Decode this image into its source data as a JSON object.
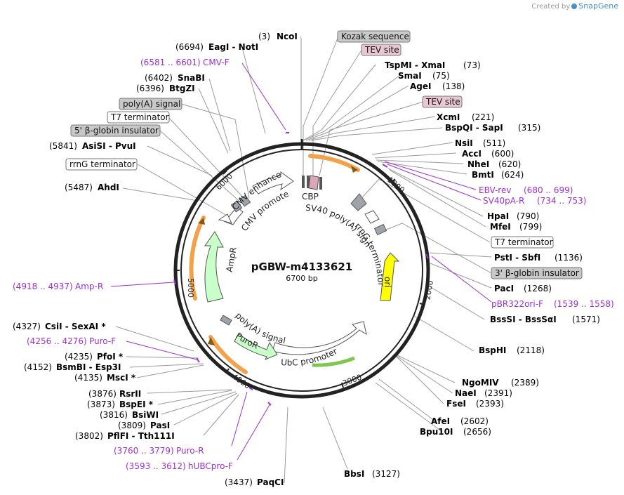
{
  "credit": {
    "text": "Created by",
    "brand": "SnapGene"
  },
  "plasmid": {
    "name": "pGBW-m4133621",
    "size_label": "6700 bp",
    "length": 6700
  },
  "colors": {
    "primer": "#9b30d1",
    "enzyme": "#000000",
    "feature_line": "#9a9a9a",
    "backbone": "#222222",
    "amp": "#c9ffc9",
    "ori": "#ffff00",
    "orange": "#f2a24a",
    "terminator": "#a0a4aa"
  },
  "ticks": [
    "1000",
    "2000",
    "3000",
    "4000",
    "5000",
    "6000"
  ],
  "enzymes_right": [
    {
      "pos": "(73)",
      "name": "TspMI  -  XmaI",
      "pos_first": false
    },
    {
      "pos": "(75)",
      "name": "SmaI",
      "pos_first": false
    },
    {
      "pos": "(138)",
      "name": "AgeI",
      "pos_first": false
    },
    {
      "pos": "(221)",
      "name": "XcmI",
      "pos_first": false
    },
    {
      "pos": "(315)",
      "name": "BspQI  -  SapI",
      "pos_first": false
    },
    {
      "pos": "(511)",
      "name": "NsiI",
      "pos_first": false
    },
    {
      "pos": "(600)",
      "name": "AccI",
      "pos_first": false
    },
    {
      "pos": "(620)",
      "name": "NheI",
      "pos_first": false
    },
    {
      "pos": "(624)",
      "name": "BmtI",
      "pos_first": false
    },
    {
      "pos": "(790)",
      "name": "HpaI",
      "pos_first": false
    },
    {
      "pos": "(799)",
      "name": "MfeI",
      "pos_first": false
    },
    {
      "pos": "(1136)",
      "name": "PstI  -  SbfI",
      "pos_first": false
    },
    {
      "pos": "(1268)",
      "name": "PacI",
      "pos_first": false
    },
    {
      "pos": "(1571)",
      "name": "BssSI  -  BssSαI",
      "pos_first": false
    },
    {
      "pos": "(2118)",
      "name": "BspHI",
      "pos_first": false
    },
    {
      "pos": "(2389)",
      "name": "NgoMIV",
      "pos_first": false
    },
    {
      "pos": "(2391)",
      "name": "NaeI",
      "pos_first": false
    },
    {
      "pos": "(2393)",
      "name": "FseI",
      "pos_first": false
    },
    {
      "pos": "(2602)",
      "name": "AfeI",
      "pos_first": false
    },
    {
      "pos": "(2656)",
      "name": "Bpu10I",
      "pos_first": false
    },
    {
      "pos": "(3127)",
      "name": "BbsI",
      "pos_first": false
    }
  ],
  "enzymes_left": [
    {
      "pos": "(3)",
      "name": "NcoI"
    },
    {
      "pos": "(6694)",
      "name": "EagI  -  NotI"
    },
    {
      "pos": "(6402)",
      "name": "SnaBI"
    },
    {
      "pos": "(6396)",
      "name": "BtgZI"
    },
    {
      "pos": "(5841)",
      "name": "AsiSI  -  PvuI"
    },
    {
      "pos": "(5487)",
      "name": "AhdI"
    },
    {
      "pos": "(4327)",
      "name": "CsiI  -  SexAI *"
    },
    {
      "pos": "(4235)",
      "name": "PfoI *"
    },
    {
      "pos": "(4152)",
      "name": "BsmBI  -  Esp3I"
    },
    {
      "pos": "(4135)",
      "name": "MscI *"
    },
    {
      "pos": "(3876)",
      "name": "RsrII"
    },
    {
      "pos": "(3873)",
      "name": "BspEI *"
    },
    {
      "pos": "(3816)",
      "name": "BsiWI"
    },
    {
      "pos": "(3809)",
      "name": "PasI"
    },
    {
      "pos": "(3802)",
      "name": "PflFI  -  Tth111I"
    },
    {
      "pos": "(3437)",
      "name": "PaqCI"
    }
  ],
  "primers": [
    {
      "range": "(6581 .. 6601)",
      "name": "CMV-F"
    },
    {
      "range": "(680 .. 699)",
      "name": "EBV-rev"
    },
    {
      "range": "(734 .. 753)",
      "name": "SV40pA-R"
    },
    {
      "range": "(1539 .. 1558)",
      "name": "pBR322ori-F"
    },
    {
      "range": "(4918 .. 4937)",
      "name": "Amp-R"
    },
    {
      "range": "(4256 .. 4276)",
      "name": "Puro-F"
    },
    {
      "range": "(3760 .. 3779)",
      "name": "Puro-R"
    },
    {
      "range": "(3593 .. 3612)",
      "name": "hUBCpro-F"
    }
  ],
  "boxed_labels": [
    {
      "text": "Kozak sequence",
      "style": "gray"
    },
    {
      "text": "TEV site",
      "style": "pink"
    },
    {
      "text": "TEV site",
      "style": "pink"
    },
    {
      "text": "poly(A) signal",
      "style": "gray"
    },
    {
      "text": "T7 terminator",
      "style": "white"
    },
    {
      "text": "5' β-globin insulator",
      "style": "gray"
    },
    {
      "text": "rrnG terminator",
      "style": "white"
    },
    {
      "text": "T7 terminator",
      "style": "white"
    },
    {
      "text": "3' β-globin insulator",
      "style": "gray"
    }
  ],
  "inner_labels": [
    "CBP",
    "SV40 poly(A) signal",
    "rrnG terminator",
    "ori",
    "UbC promoter",
    "PuroR",
    "poly(A) signal",
    "AmpR",
    "CMV enhancer",
    "CMV promoter"
  ]
}
